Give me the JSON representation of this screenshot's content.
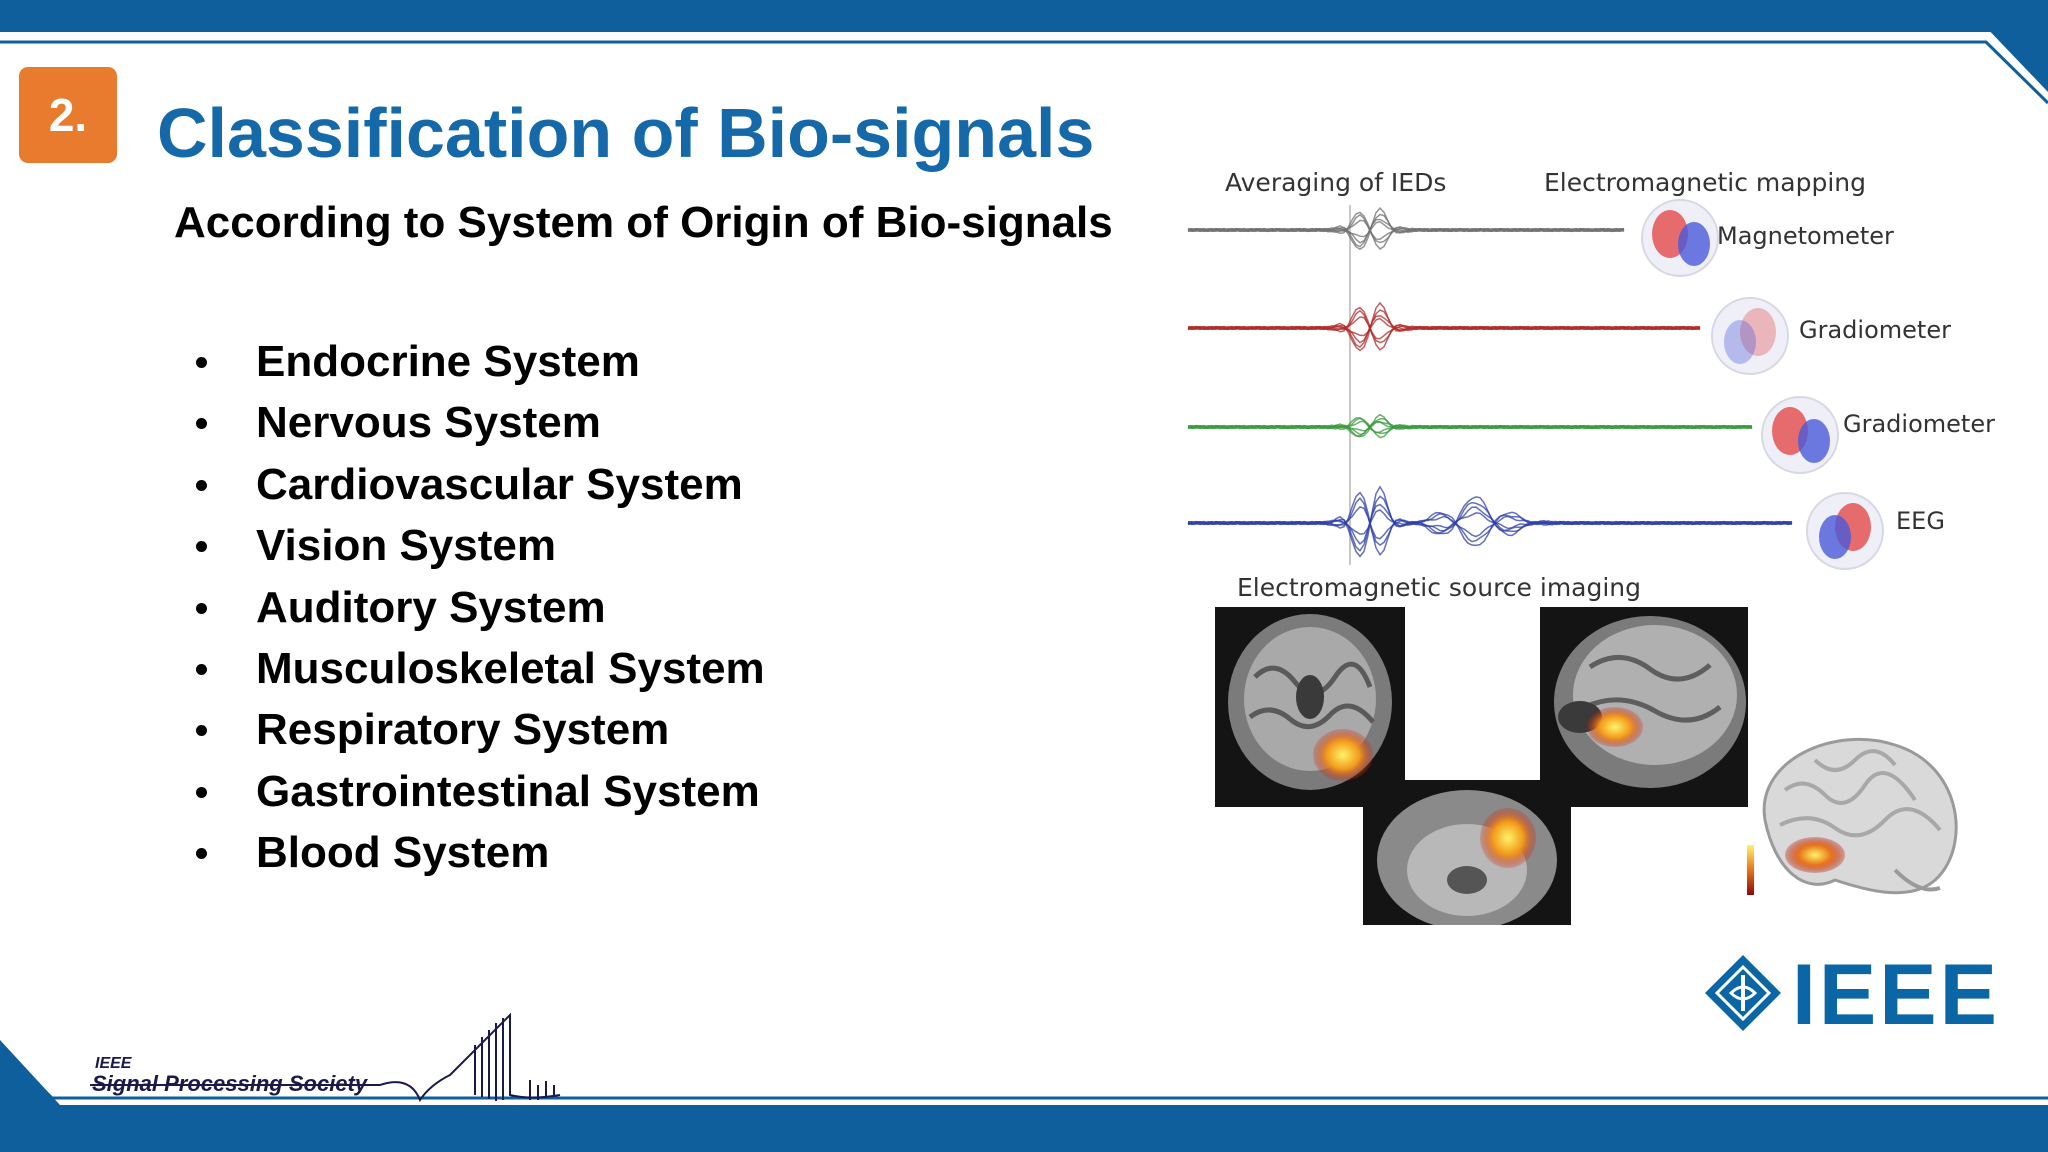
{
  "slide": {
    "number": "2.",
    "title": "Classification of Bio-signals",
    "subtitle": "According to System of Origin of Bio-signals",
    "bullets": [
      "Endocrine System",
      "Nervous System",
      "Cardiovascular System",
      "Vision System",
      "Auditory System",
      "Musculoskeletal System",
      "Respiratory System",
      "Gastrointestinal System",
      "Blood System"
    ]
  },
  "figure": {
    "averaging_label": "Averaging of IEDs",
    "mapping_label": "Electromagnetic mapping",
    "source_label": "Electromagnetic source imaging",
    "channels": [
      {
        "label": "Magnetometer",
        "color": "#707070"
      },
      {
        "label": "Gradiometer",
        "color": "#b02a2a"
      },
      {
        "label": "Gradiometer",
        "color": "#3a9a3a"
      },
      {
        "label": "EEG",
        "color": "#2f3fa8"
      }
    ]
  },
  "footer": {
    "ieee": "IEEE",
    "sps_line1": "IEEE",
    "sps_line2": "Signal Processing Society"
  },
  "colors": {
    "frame_blue": "#0f5f9c",
    "title_blue": "#1569a8",
    "badge_orange": "#e87b2e"
  }
}
